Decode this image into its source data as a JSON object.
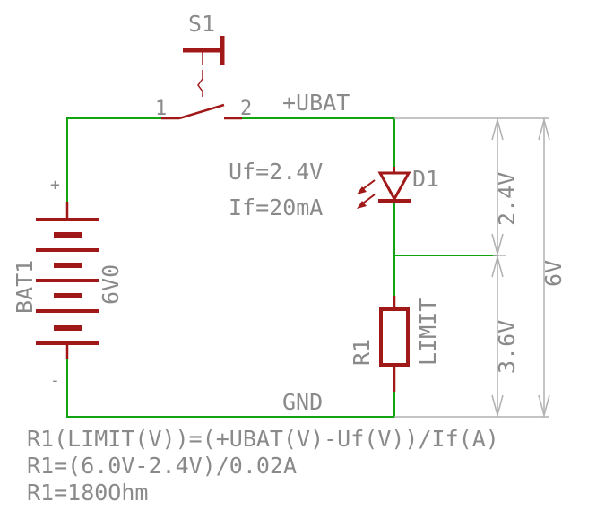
{
  "switch": {
    "ref": "S1",
    "pin1": "1",
    "pin2": "2"
  },
  "battery": {
    "ref": "BAT1",
    "value": "6V0",
    "plus": "+",
    "minus": "-"
  },
  "led": {
    "ref": "D1",
    "uf": "Uf=2.4V",
    "if": "If=20mA"
  },
  "resistor": {
    "ref": "R1",
    "value": "LIMIT"
  },
  "nets": {
    "top": "+UBAT",
    "bottom": "GND"
  },
  "dimensions": {
    "led_drop": "2.4V",
    "resistor_drop": "3.6V",
    "total": "6V"
  },
  "formulas": [
    "R1(LIMIT(V))=(+UBAT(V)-Uf(V))/If(A)",
    "R1=(6.0V-2.4V)/0.02A",
    "R1=180Ohm"
  ],
  "colors": {
    "wire": "#12a312",
    "component": "#a01818",
    "label": "#8a8a8a",
    "dimension": "#b0b0b0"
  }
}
